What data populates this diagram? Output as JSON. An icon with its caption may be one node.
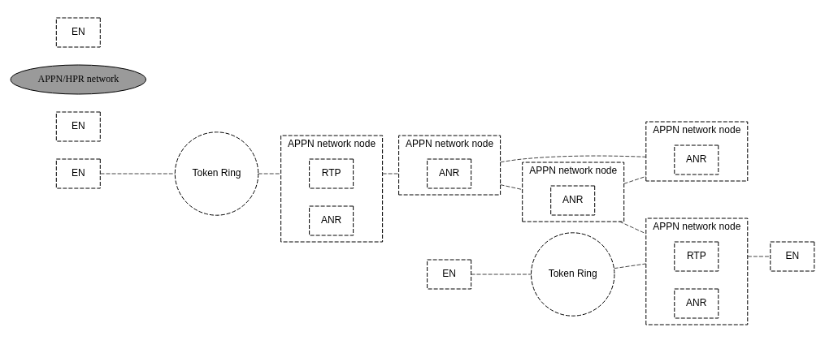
{
  "diagram": {
    "nodes": [
      {
        "text": [
          "EN"
        ]
      },
      {
        "text": [
          "Token Ring"
        ]
      },
      {
        "text": [
          "EN"
        ]
      },
      {
        "text": [
          "APPN network node"
        ]
      },
      {
        "text": [
          "RTP"
        ],
        "in": 3
      },
      {
        "text": [
          "ANR"
        ],
        "in": 3
      },
      {
        "text": [
          "APPN/HPR network"
        ]
      },
      {
        "text": [
          "APPN network node"
        ]
      },
      {
        "text": [
          "ANR"
        ],
        "in": 7
      },
      {
        "text": [
          "APPN network node"
        ]
      },
      {
        "text": [
          "ANR"
        ],
        "in": 9
      },
      {
        "text": [
          "APPN network node"
        ]
      },
      {
        "text": [
          "ANR"
        ],
        "in": 11
      },
      {
        "text": [
          "EN"
        ]
      },
      {
        "text": [
          "Token Ring"
        ]
      },
      {
        "text": [
          "EN"
        ]
      },
      {
        "text": [
          "APPN network node"
        ]
      },
      {
        "text": [
          "RTP"
        ],
        "in": 16
      },
      {
        "text": [
          "ANR"
        ],
        "in": 16
      },
      {
        "text": [
          "EN"
        ]
      }
    ],
    "edges": [
      {
        "from": 0,
        "to": 1,
        "arrow": "none"
      },
      {
        "from": 1,
        "to": 3,
        "arrow": "none"
      },
      {
        "from": 3,
        "to": 7,
        "arrow": "none"
      },
      {
        "from": 7,
        "to": 9,
        "arrow": "none"
      },
      {
        "from": 7,
        "to": 11,
        "arrow": "none"
      },
      {
        "from": 9,
        "to": 11,
        "arrow": "none"
      },
      {
        "from": 9,
        "to": 16,
        "arrow": "none"
      },
      {
        "from": 13,
        "to": 14,
        "arrow": "none"
      },
      {
        "from": 14,
        "to": 16,
        "arrow": "none"
      },
      {
        "from": 16,
        "to": 19,
        "arrow": "none"
      }
    ]
  }
}
